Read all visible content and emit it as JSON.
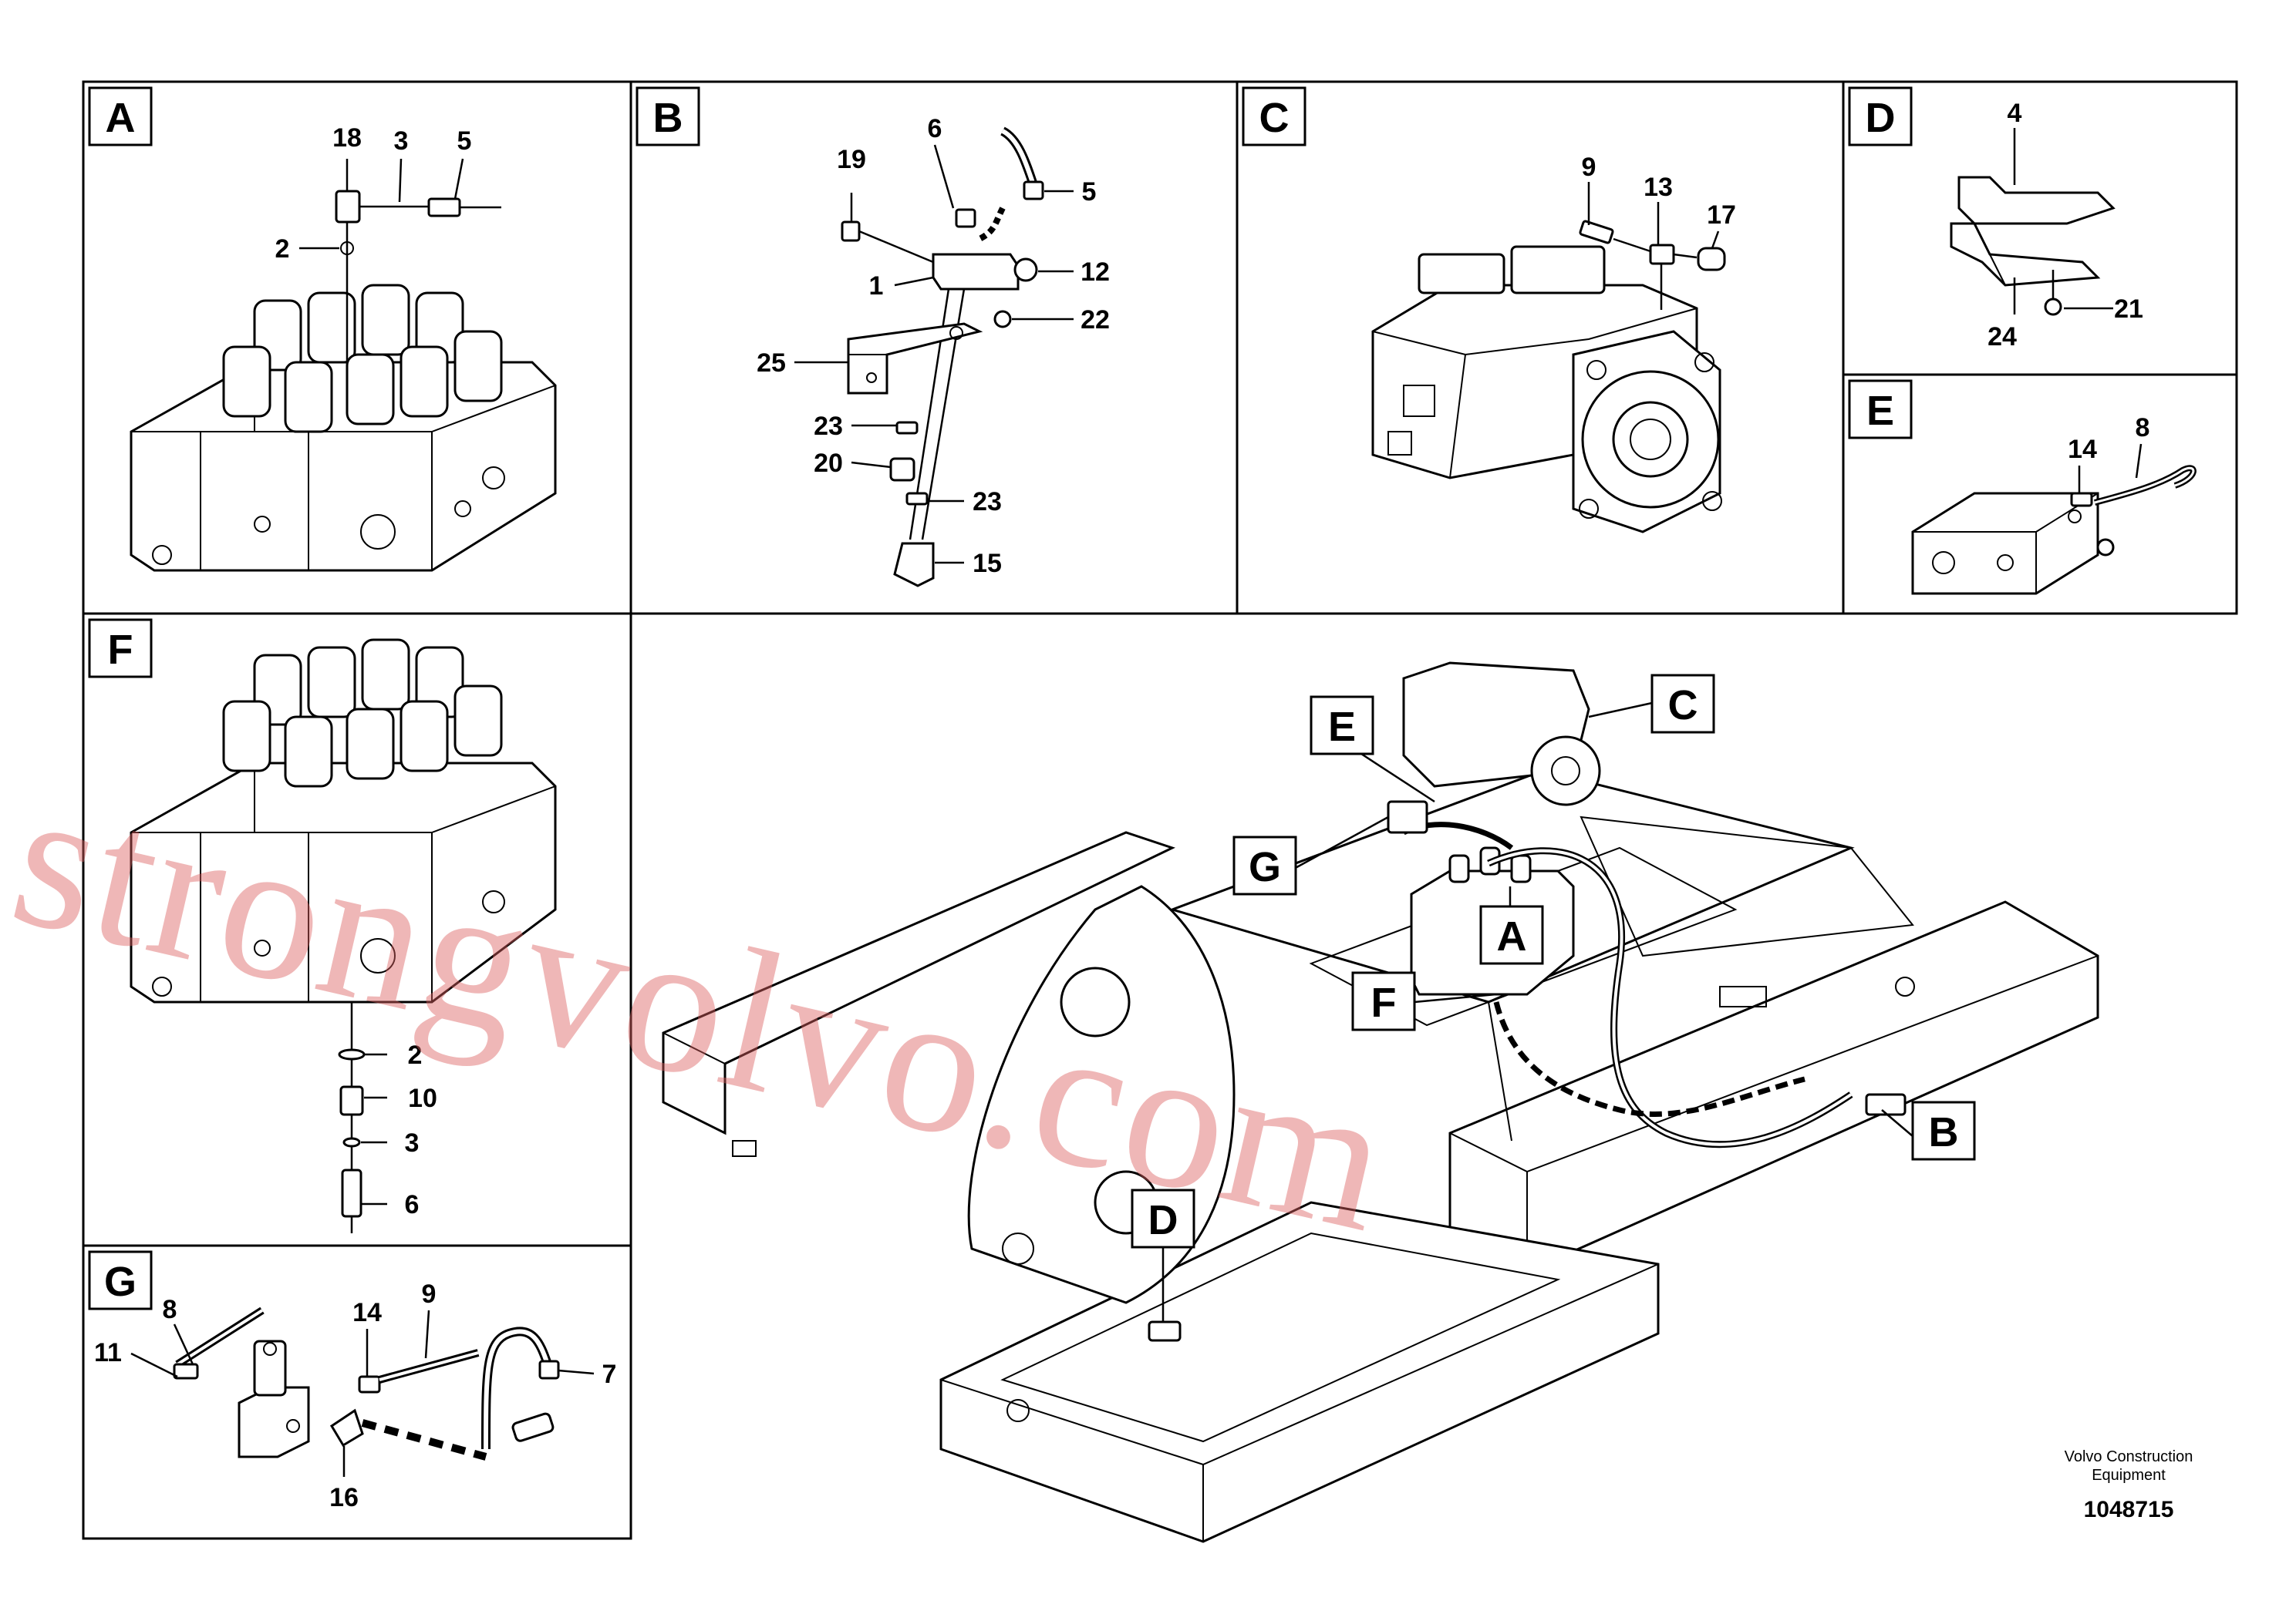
{
  "panels": {
    "A": {
      "label": "A",
      "callouts": [
        "18",
        "3",
        "5",
        "2"
      ]
    },
    "B": {
      "label": "B",
      "callouts": [
        "6",
        "19",
        "5",
        "1",
        "12",
        "22",
        "25",
        "23",
        "20",
        "23",
        "15"
      ]
    },
    "C": {
      "label": "C",
      "callouts": [
        "9",
        "13",
        "17"
      ]
    },
    "D": {
      "label": "D",
      "callouts": [
        "4",
        "24",
        "21"
      ]
    },
    "E": {
      "label": "E",
      "callouts": [
        "14",
        "8"
      ]
    },
    "F": {
      "label": "F",
      "callouts": [
        "2",
        "10",
        "3",
        "6"
      ]
    },
    "G": {
      "label": "G",
      "callouts": [
        "8",
        "11",
        "14",
        "9",
        "7",
        "16"
      ]
    }
  },
  "overview_labels": [
    "E",
    "C",
    "G",
    "A",
    "F",
    "B",
    "D"
  ],
  "footer": {
    "company_line1": "Volvo Construction",
    "company_line2": "Equipment",
    "drawing_number": "1048715"
  },
  "watermark": "strongvolvo.com"
}
